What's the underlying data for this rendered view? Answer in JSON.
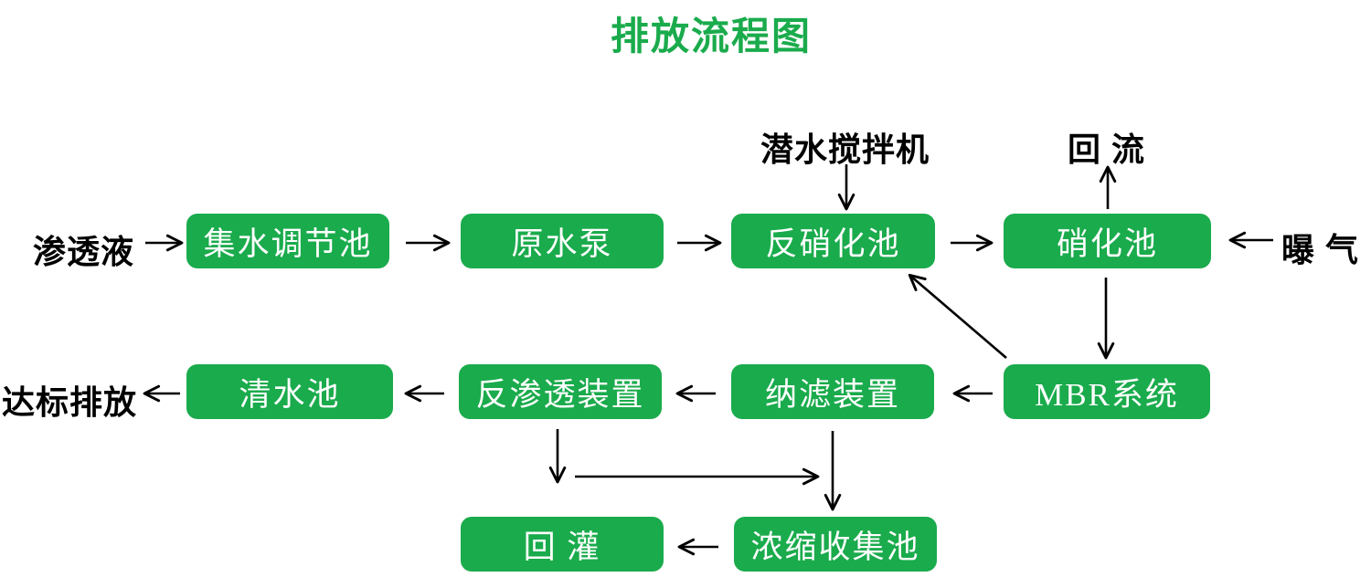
{
  "title": "排放流程图",
  "colors": {
    "accent_green": "#1aab4c",
    "node_text": "#ffffff",
    "arrow": "#000000"
  },
  "nodes": {
    "jishui": {
      "label": "集水调节池"
    },
    "yuanshui": {
      "label": "原水泵"
    },
    "fanxiaohua": {
      "label": "反硝化池"
    },
    "xiaohua": {
      "label": "硝化池"
    },
    "qingshui": {
      "label": "清水池"
    },
    "fanshentou": {
      "label": "反渗透装置"
    },
    "nalv": {
      "label": "纳滤装置"
    },
    "mbr": {
      "label": "MBR系统"
    },
    "huiguan": {
      "label": "回 灌"
    },
    "nongsuo": {
      "label": "浓缩收集池"
    }
  },
  "labels": {
    "shentouye": "渗透液",
    "puqi": "曝 气",
    "dabiao": "达标排放",
    "qianshui": "潜水搅拌机",
    "huiliu": "回 流"
  },
  "edges": [
    {
      "from": "渗透液",
      "to": "集水调节池"
    },
    {
      "from": "集水调节池",
      "to": "原水泵"
    },
    {
      "from": "原水泵",
      "to": "反硝化池"
    },
    {
      "from": "反硝化池",
      "to": "硝化池"
    },
    {
      "from": "曝 气",
      "to": "硝化池"
    },
    {
      "from": "潜水搅拌机",
      "to": "反硝化池"
    },
    {
      "from": "硝化池",
      "to": "回 流"
    },
    {
      "from": "硝化池",
      "to": "MBR系统"
    },
    {
      "from": "MBR系统",
      "to": "反硝化池"
    },
    {
      "from": "MBR系统",
      "to": "纳滤装置"
    },
    {
      "from": "纳滤装置",
      "to": "反渗透装置"
    },
    {
      "from": "反渗透装置",
      "to": "清水池"
    },
    {
      "from": "清水池",
      "to": "达标排放"
    },
    {
      "from": "反渗透装置",
      "to": "浓缩收集池"
    },
    {
      "from": "纳滤装置",
      "to": "浓缩收集池"
    },
    {
      "from": "浓缩收集池",
      "to": "回 灌"
    }
  ]
}
